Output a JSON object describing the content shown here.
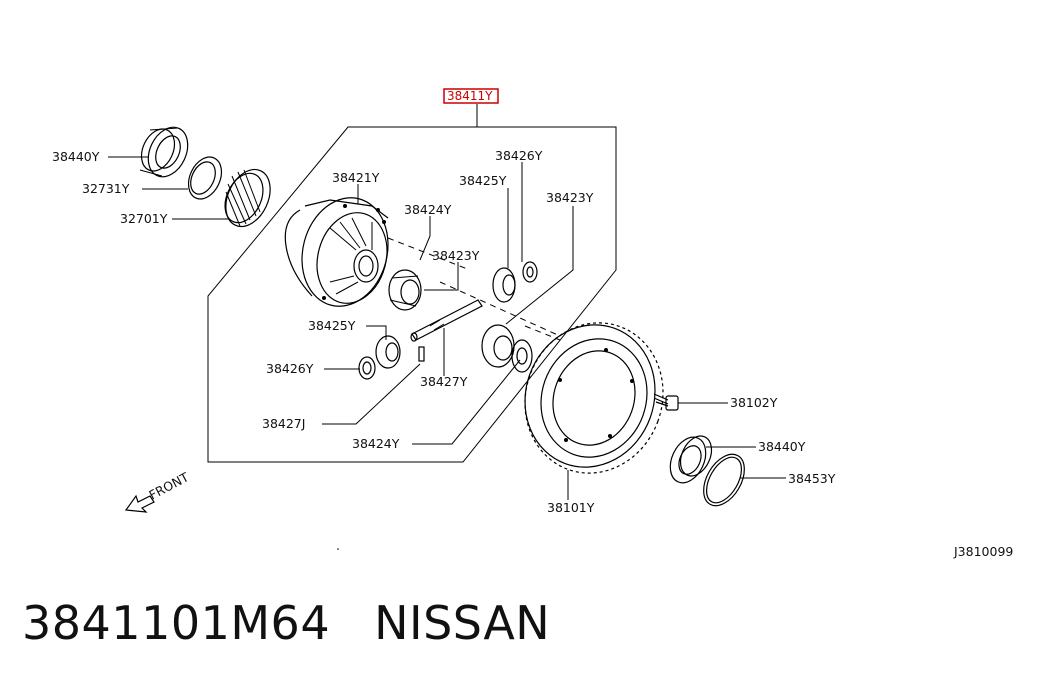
{
  "highlighted_part": "38411Y",
  "labels": {
    "l38440Y_top": "38440Y",
    "l32731Y": "32731Y",
    "l32701Y": "32701Y",
    "l38421Y": "38421Y",
    "l38424Y_top": "38424Y",
    "l38426Y_top": "38426Y",
    "l38425Y_top": "38425Y",
    "l38423Y_top": "38423Y",
    "l38423Y_mid": "38423Y",
    "l38425Y_left": "38425Y",
    "l38426Y_left": "38426Y",
    "l38427Y": "38427Y",
    "l38427J": "38427J",
    "l38424Y_bottom": "38424Y",
    "l38102Y": "38102Y",
    "l38440Y_right": "38440Y",
    "l38453Y": "38453Y",
    "l38101Y": "38101Y"
  },
  "front_label": "FRONT",
  "diagram_code": "J3810099",
  "caption": {
    "part_number": "3841101M64",
    "brand": "NISSAN"
  },
  "colors": {
    "highlight": "#cc0000",
    "ink": "#111111"
  }
}
